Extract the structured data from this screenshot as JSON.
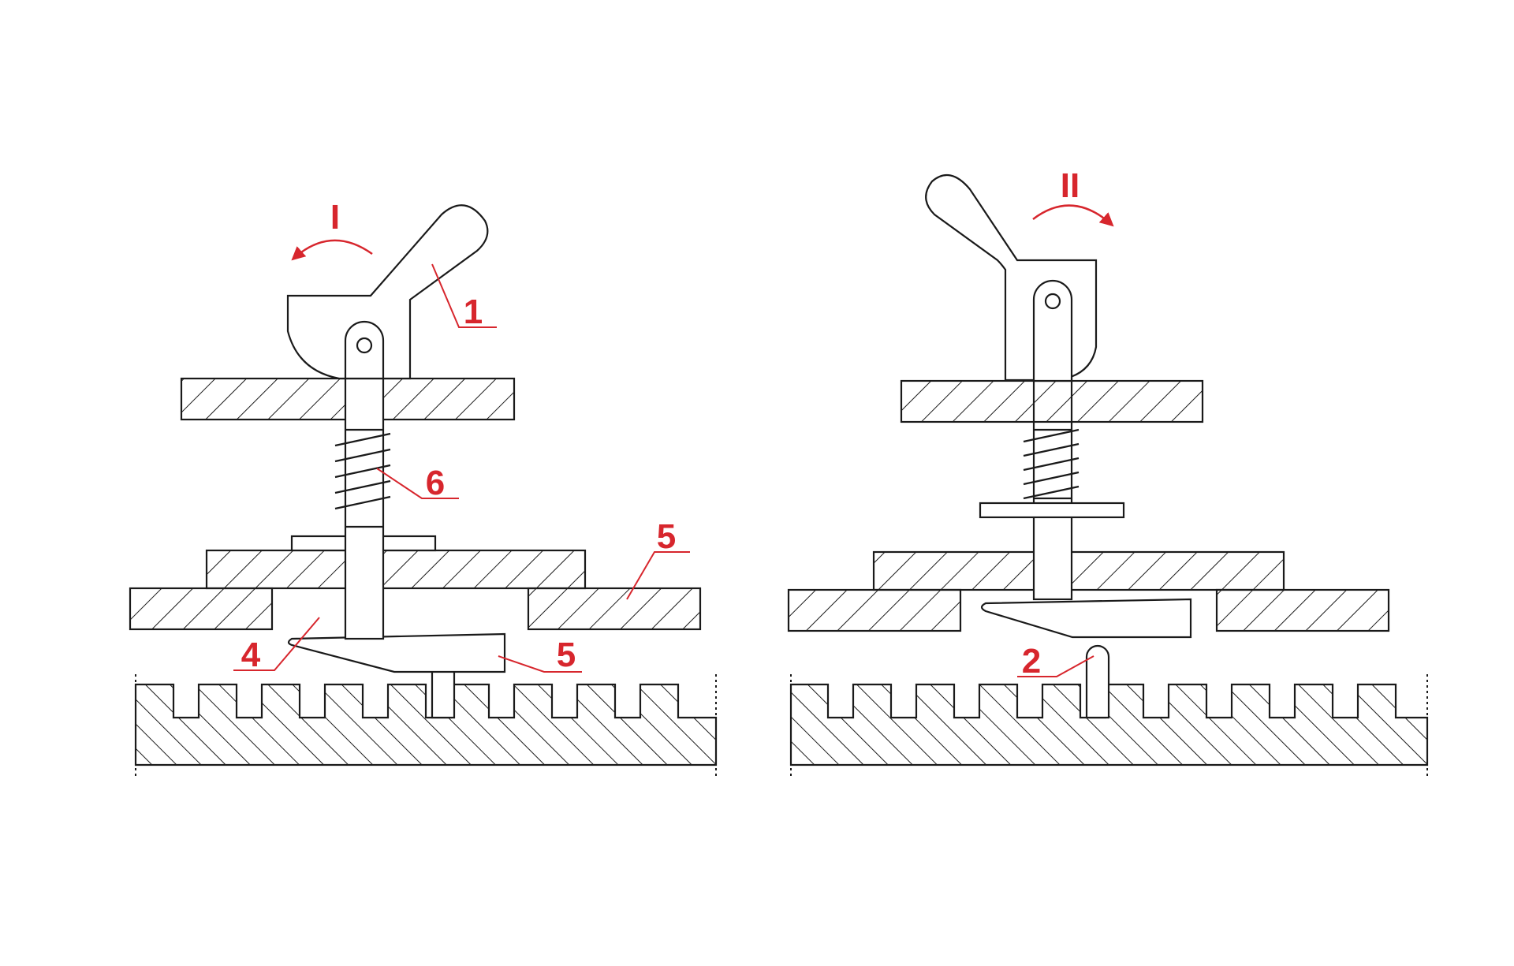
{
  "colors": {
    "ink": "#1a1a1a",
    "accent": "#d7262d",
    "background": "#ffffff"
  },
  "views": [
    {
      "direction_label": "I"
    },
    {
      "direction_label": "II"
    }
  ],
  "callouts": {
    "view_1": [
      "1",
      "6",
      "5",
      "4",
      "5"
    ],
    "view_2": [
      "2"
    ]
  }
}
